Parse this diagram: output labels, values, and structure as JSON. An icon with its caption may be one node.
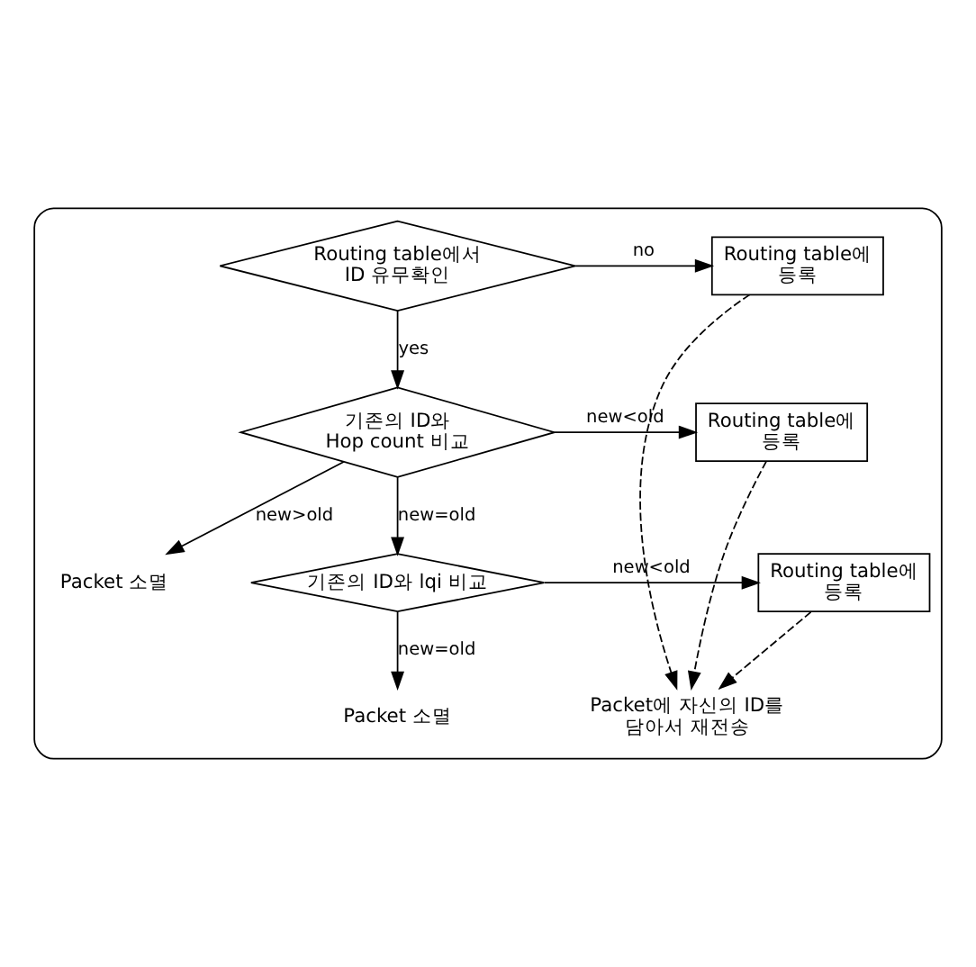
{
  "diagram": {
    "nodes": [
      {
        "text": [],
        "shape": "box"
      },
      {
        "text": [
          "Routing table에서 ID 유무확인"
        ],
        "in": 0
      },
      {
        "text": [
          "Routing table에 등록"
        ],
        "in": 0
      },
      {
        "text": [
          "기존의 ID와 Hop count 비교"
        ],
        "in": 0
      },
      {
        "text": [
          "Routing table에 등록"
        ],
        "in": 0
      },
      {
        "text": [
          "Packet 소멸"
        ],
        "in": 0
      },
      {
        "text": [
          "기존의 ID와 lqi 비교"
        ],
        "in": 0
      },
      {
        "text": [
          "Routing table에 등록"
        ],
        "in": 0
      },
      {
        "text": [
          "Packet 소멸"
        ],
        "in": 0
      },
      {
        "text": [
          "Packet에 자신의 ID를 담아서 재전송"
        ],
        "in": 0
      }
    ],
    "edges": [
      {
        "from": 1,
        "to": 2,
        "arrow": "to",
        "label": "no"
      },
      {
        "from": 1,
        "to": 3,
        "arrow": "to",
        "label": "yes"
      },
      {
        "from": 3,
        "to": 4,
        "arrow": "to",
        "label": "new<old"
      },
      {
        "from": 3,
        "to": 5,
        "arrow": "to",
        "label": "new>old"
      },
      {
        "from": 3,
        "to": 6,
        "arrow": "to",
        "label": "new=old"
      },
      {
        "from": 6,
        "to": 7,
        "arrow": "to",
        "label": "new<old"
      },
      {
        "from": 6,
        "to": 8,
        "arrow": "to",
        "label": "new=old"
      },
      {
        "from": 2,
        "to": 9,
        "arrow": "to",
        "style": "dashed"
      },
      {
        "from": 4,
        "to": 9,
        "arrow": "to",
        "style": "dashed"
      },
      {
        "from": 7,
        "to": 9,
        "arrow": "to",
        "style": "dashed"
      }
    ]
  }
}
